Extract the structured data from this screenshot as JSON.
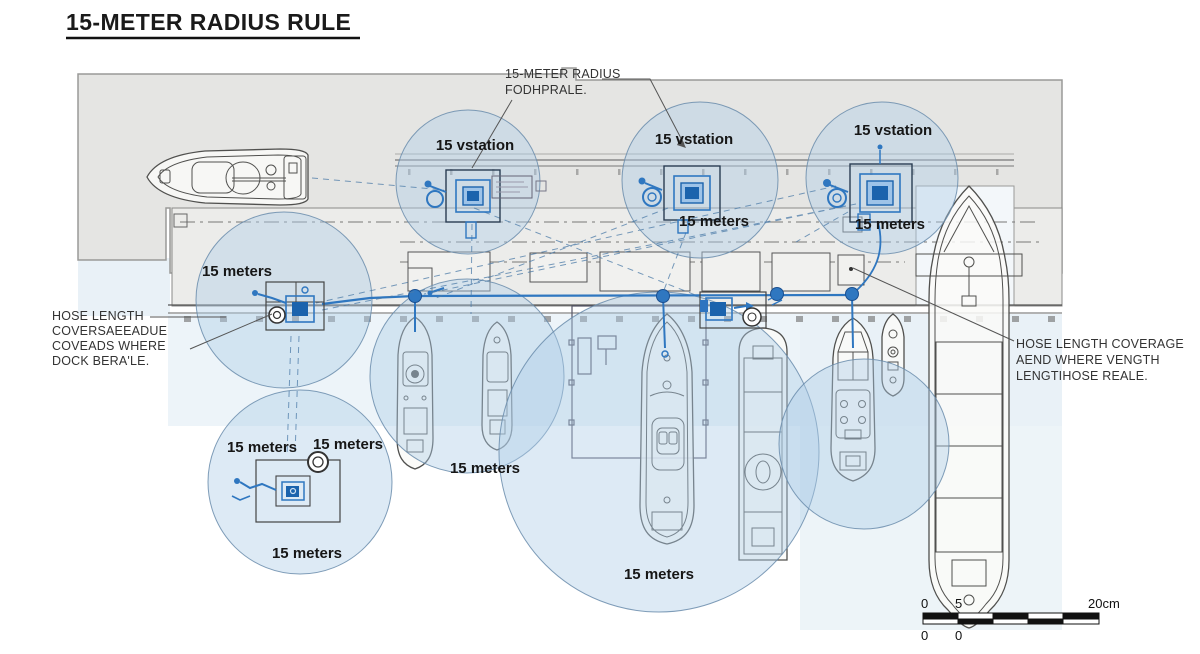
{
  "title": "15-METER RADIUS RULE",
  "annotations": {
    "top": {
      "lines": [
        "15-METER RADIUS",
        "FODHPRALE."
      ]
    },
    "left": {
      "lines": [
        "HOSE LENGTH",
        "COVERSAEEADUE",
        "COVEADS WHERE",
        "DOCK BERA'LE."
      ]
    },
    "right": {
      "lines": [
        "HOSE LENGTH COVERAGE",
        "AEND WHERE VENGTH",
        "LENGTIHOSE REALE."
      ]
    }
  },
  "labels": {
    "station": [
      "15 vstation",
      "15 vstation",
      "15 vstation"
    ],
    "meters": [
      "15 meters",
      "15 meters",
      "15 meters",
      "15 meters",
      "15 meters",
      "15 meters",
      "15 meters",
      "15 meters"
    ]
  },
  "scale_bar": {
    "upper": [
      "0",
      "5",
      "20cm"
    ],
    "lower": [
      "0",
      "0"
    ]
  },
  "colors": {
    "hose_blue": "#2f77c0",
    "station_navy": "#1b63ad",
    "coverage_fill": "#aecde6",
    "dock_gray": "#e5e5e3"
  }
}
